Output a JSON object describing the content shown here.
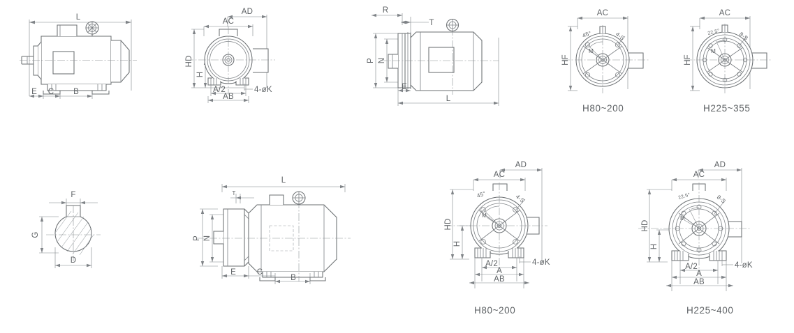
{
  "sheet": {
    "title": "Electric motor outline dimension drawings",
    "background": "#ffffff",
    "line_color": "#6b6f72",
    "text_color": "#5f6366"
  },
  "captions": {
    "top_left_group": "H80~200",
    "top_right_group": "H225~355",
    "bottom_left_group": "H80~200",
    "bottom_right_group": "H225~400"
  },
  "views": {
    "v1": {
      "name": "foot-mounted-side-view",
      "labels": {
        "L": "L",
        "E": "E",
        "C": "C",
        "B": "B"
      }
    },
    "v2": {
      "name": "foot-mounted-end-view",
      "labels": {
        "AD": "AD",
        "AC": "AC",
        "HD": "HD",
        "H": "H",
        "A_half": "A/2",
        "AB": "AB",
        "holes": "4-øK"
      }
    },
    "v3": {
      "name": "flange-mounted-side-view",
      "labels": {
        "R": "R",
        "T": "T",
        "P": "P",
        "N": "N",
        "E": "E",
        "L": "L"
      }
    },
    "v4": {
      "name": "fan-end-view-small-frame",
      "labels": {
        "AC": "AC",
        "HF": "HF",
        "angle": "45°",
        "bolts": "4-S",
        "M": "M"
      }
    },
    "v5": {
      "name": "fan-end-view-large-frame",
      "labels": {
        "AC": "AC",
        "HF": "HF",
        "angle": "22.5°",
        "bolts": "8-S",
        "M": "M"
      }
    },
    "v6": {
      "name": "shaft-keyway-section",
      "labels": {
        "F": "F",
        "G": "G",
        "D": "D"
      }
    },
    "v7": {
      "name": "flange-foot-side-view",
      "labels": {
        "L": "L",
        "T": "T",
        "P": "P",
        "N": "N",
        "E": "E",
        "C": "C",
        "B": "B"
      }
    },
    "v8": {
      "name": "drive-end-view-small-frame",
      "labels": {
        "AD": "AD",
        "AC": "AC",
        "HD": "HD",
        "H": "H",
        "angle": "45°",
        "bolts": "4-S",
        "M": "M",
        "A_half": "A/2",
        "A": "A",
        "AB": "AB",
        "holes": "4-øK"
      }
    },
    "v9": {
      "name": "drive-end-view-large-frame",
      "labels": {
        "AD": "AD",
        "AC": "AC",
        "HD": "HD",
        "H": "H",
        "angle": "22.5°",
        "bolts": "8-S",
        "M": "M",
        "A_half": "A/2",
        "A": "A",
        "AB": "AB",
        "holes": "4-øK"
      }
    }
  }
}
